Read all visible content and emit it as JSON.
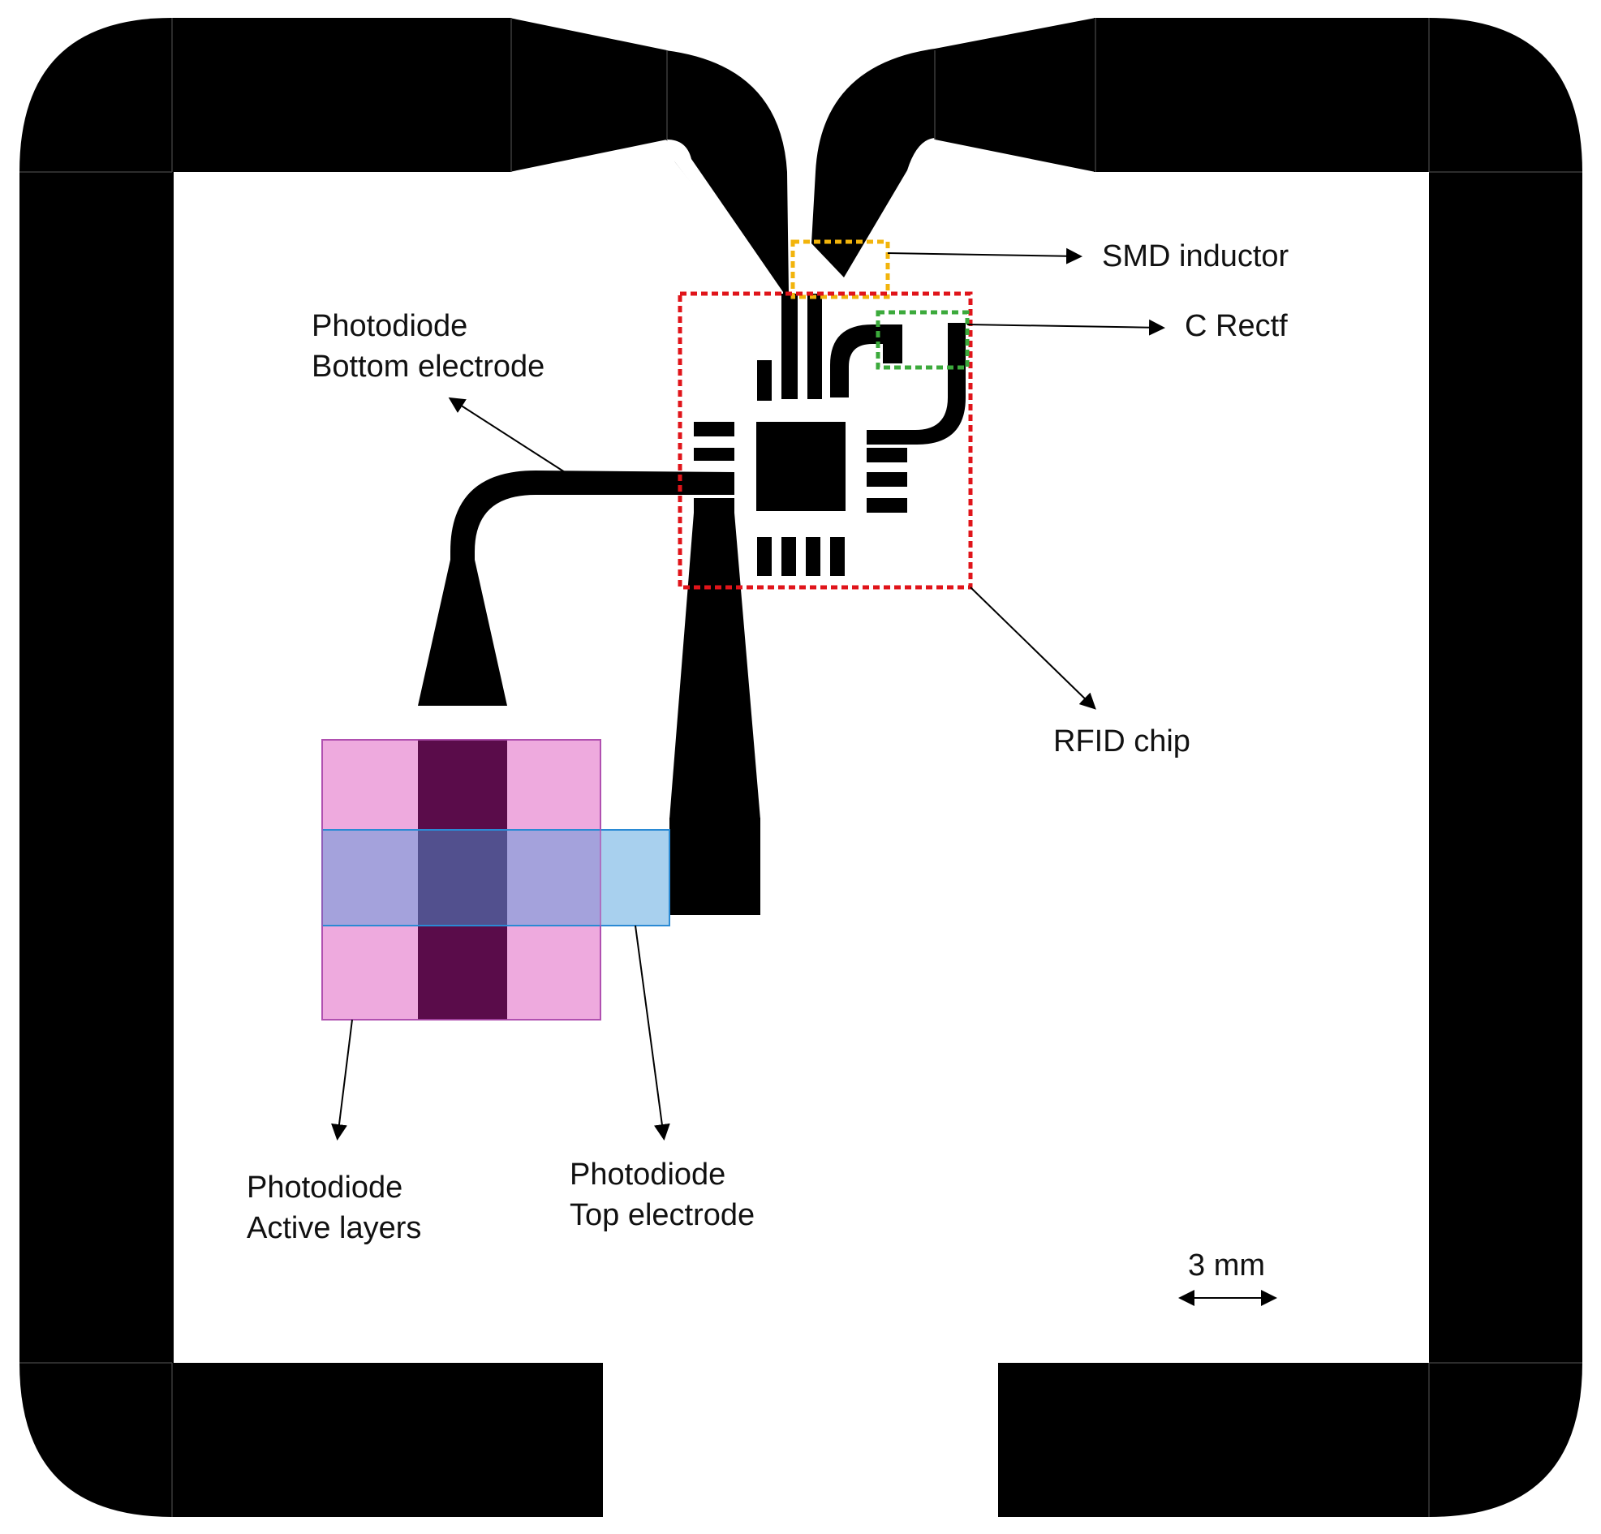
{
  "labels": {
    "smd_inductor": "SMD inductor",
    "c_rectf": "C Rectf",
    "bottom_electrode_line1": "Photodiode",
    "bottom_electrode_line2": "Bottom electrode",
    "rfid_chip": "RFID chip",
    "active_layers_line1": "Photodiode",
    "active_layers_line2": "Active layers",
    "top_electrode_line1": "Photodiode",
    "top_electrode_line2": "Top electrode",
    "scale_bar": "3 mm"
  },
  "colors": {
    "trace": "#000000",
    "active_layer_fill": "#eeaade",
    "active_layer_stroke": "#b050b0",
    "bottom_electrode_overlap": "#5a0c4a",
    "top_electrode_fill": "#a8d0ee",
    "top_electrode_stroke": "#2a8ad4",
    "overlap_pink_blue": "#a4a2dc",
    "overlap_all": "#52508e",
    "smd_box": "#f2b40c",
    "rfid_box": "#e0141a",
    "c_rectf_box": "#3caa3c"
  }
}
